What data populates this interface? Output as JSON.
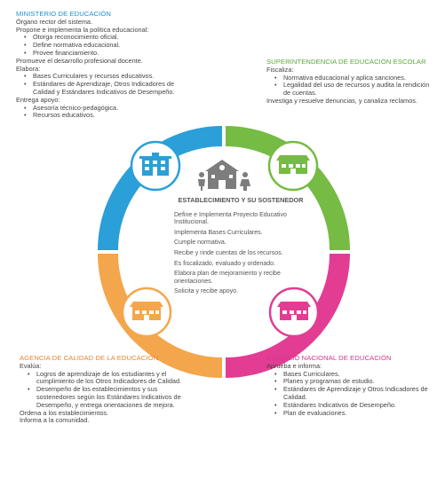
{
  "colors": {
    "blue": "#2a9fd8",
    "green": "#76bb43",
    "orange": "#f4a64c",
    "pink": "#e23d93",
    "icon_gray": "#7d7d7d"
  },
  "ministerio": {
    "title": "MINISTERIO DE EDUCACIÓN",
    "intro": "Órgano rector del sistema.",
    "propone_lead": "Propone e implementa la política educacional:",
    "propone_items": [
      "Otorga reconocimiento oficial.",
      "Define normativa educacional.",
      "Provee financiamiento."
    ],
    "promueve": "Promueve el desarrollo profesional docente.",
    "elabora_lead": "Elabora:",
    "elabora_items": [
      "Bases Curriculares y recursos educativos.",
      "Estándares de Aprendizaje, Otros Indicadores de Calidad y Estándares Indicativos de Desempeño."
    ],
    "entrega_lead": "Entrega apoyo:",
    "entrega_items": [
      "Asesoría técnico-pedagógica.",
      "Recursos educativos."
    ]
  },
  "superintendencia": {
    "title": "SUPERINTENDENCIA DE EDUCACIÓN ESCOLAR",
    "lead": "Fiscaliza:",
    "items": [
      "Normativa educacional y aplica sanciones.",
      "Legalidad del uso de recursos y audita la rendición de cuentas."
    ],
    "investiga": "Investiga y resuelve denuncias, y canaliza reclamos."
  },
  "centro": {
    "title": "ESTABLECIMIENTO Y SU SOSTENEDOR",
    "items": [
      "Define e Implementa Proyecto Educativo Institucional.",
      "Implementa Bases Curriculares.",
      "Cumple normativa.",
      "Recibe y rinde cuentas de los recursos.",
      "Es fiscalizado, evaluado y ordenado.",
      "Elabora plan de mejoramiento y recibe orientaciones.",
      "Solicita y recibe apoyo."
    ]
  },
  "agencia": {
    "title": "AGENCIA DE CALIDAD DE LA EDUCACIÓN",
    "lead": "Evalúa:",
    "items": [
      "Logros de aprendizaje de los estudiantes y el cumplimiento de los Otros Indicadores de Calidad.",
      "Desempeño de los establecimientos y sus sostenedores según los Estándares Indicativos de Desempeño, y entrega orientaciones de mejora."
    ],
    "ordena": "Ordena a los establecimientos.",
    "informa": "Informa a la comunidad."
  },
  "consejo": {
    "title": "CONSEJO NACIONAL DE EDUCACIÓN",
    "lead": "Aprueba e informa:",
    "items": [
      "Bases Curriculares.",
      "Planes y programas de estudio.",
      "Estándares de Aprendizaje y Otros Indicadores de Calidad.",
      "Estándares Indicativos de Desempeño.",
      "Plan de evaluaciones."
    ]
  },
  "icons": {
    "top_left": "building-icon",
    "top_right": "school-house-icon",
    "bottom_left": "school-house-icon",
    "bottom_right": "school-house-icon",
    "center": "school-with-people-icon"
  }
}
